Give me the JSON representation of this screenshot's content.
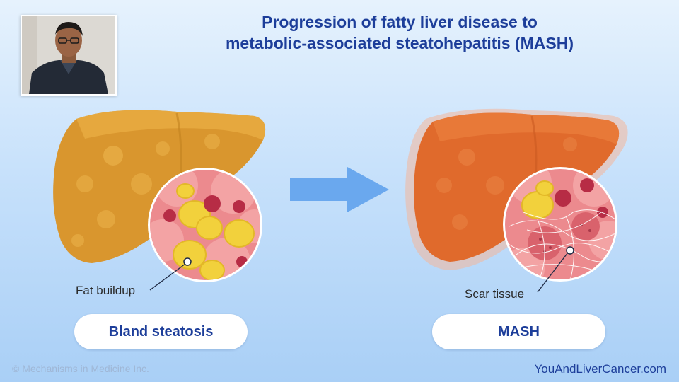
{
  "title": {
    "line1": "Progression of fatty liver disease to",
    "line2": "metabolic-associated steatohepatitis (MASH)"
  },
  "left_panel": {
    "callout": "Fat buildup",
    "label": "Bland steatosis"
  },
  "right_panel": {
    "callout": "Scar tissue",
    "label": "MASH"
  },
  "footer": {
    "copyright": "© Mechanisms in Medicine Inc.",
    "website": "YouAndLiverCancer.com"
  },
  "colors": {
    "title": "#1d3e9a",
    "fatty_liver": "#d9962e",
    "mash_liver": "#e06a2c",
    "arrow": "#6aa8ee",
    "fat_cell": "#f2d13c",
    "blood_cell": "#b72c45",
    "tissue": "#ec8a8e"
  },
  "icons": {
    "presenter": "presenter-video-thumbnail",
    "arrow": "progression-arrow-icon"
  }
}
